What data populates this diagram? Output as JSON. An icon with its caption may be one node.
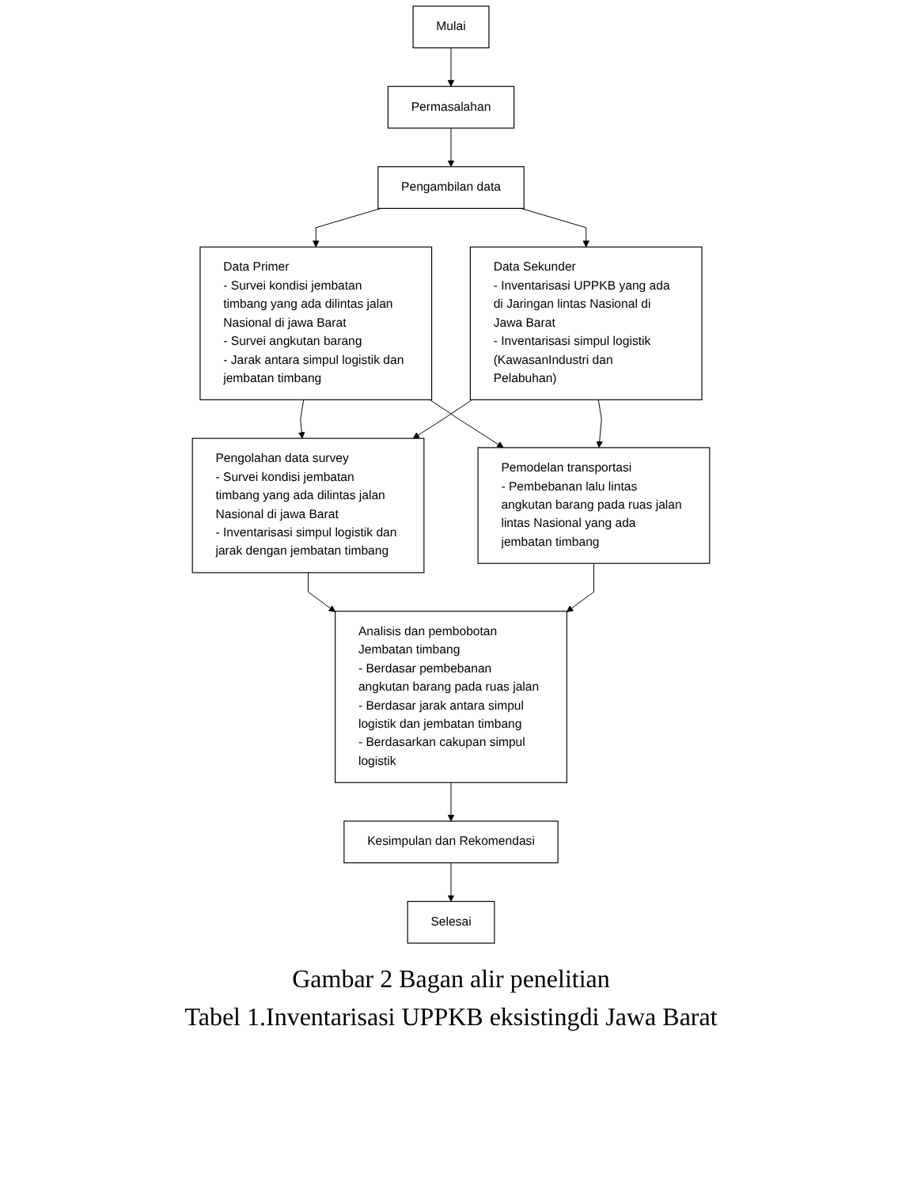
{
  "diagram": {
    "caption": "Gambar 2 Bagan alir penelitian",
    "nodes": [
      {
        "text": [
          "Mulai"
        ]
      },
      {
        "text": [
          "Permasalahan"
        ]
      },
      {
        "text": [
          "Pengambilan data"
        ]
      },
      {
        "text": [
          "Data Primer",
          "- Survei kondisi jembatan timbang yang ada dilintas jalan Nasional di jawa Barat",
          "- Survei angkutan barang",
          "- Jarak antara simpul logistik dan jembatan timbang"
        ]
      },
      {
        "text": [
          "Data Sekunder",
          "- Inventarisasi UPPKB yang ada di Jaringan lintas Nasional di Jawa Barat",
          "- Inventarisasi simpul logistik (KawasanIndustri dan Pelabuhan)"
        ]
      },
      {
        "text": [
          "Pengolahan data survey",
          "- Survei kondisi jembatan timbang yang ada dilintas jalan Nasional di jawa Barat",
          "- Inventarisasi simpul logistik dan jarak dengan jembatan timbang"
        ]
      },
      {
        "text": [
          "Pemodelan transportasi",
          "- Pembebanan lalu lintas angkutan barang pada ruas jalan lintas Nasional yang ada jembatan timbang"
        ]
      },
      {
        "text": [
          "Analisis dan pembobotan Jembatan timbang",
          "- Berdasar pembebanan angkutan barang pada ruas jalan",
          "- Berdasar jarak antara simpul logistik dan jembatan timbang",
          "- Berdasarkan cakupan simpul logistik"
        ]
      },
      {
        "text": [
          "Kesimpulan dan Rekomendasi"
        ]
      },
      {
        "text": [
          "Selesai"
        ]
      }
    ],
    "edges": [
      {
        "from": 0,
        "to": 1,
        "arrow": "to"
      },
      {
        "from": 1,
        "to": 2,
        "arrow": "to"
      },
      {
        "from": 2,
        "to": 3,
        "arrow": "to"
      },
      {
        "from": 2,
        "to": 4,
        "arrow": "to"
      },
      {
        "from": 3,
        "to": 5,
        "arrow": "to"
      },
      {
        "from": 3,
        "to": 6,
        "arrow": "to"
      },
      {
        "from": 4,
        "to": 5,
        "arrow": "to"
      },
      {
        "from": 4,
        "to": 6,
        "arrow": "to"
      },
      {
        "from": 5,
        "to": 7,
        "arrow": "to"
      },
      {
        "from": 6,
        "to": 7,
        "arrow": "to"
      },
      {
        "from": 7,
        "to": 8,
        "arrow": "to"
      },
      {
        "from": 8,
        "to": 9,
        "arrow": "to"
      }
    ],
    "labels": [
      "Tabel 1.Inventarisasi UPPKB eksistingdi Jawa Barat"
    ]
  }
}
